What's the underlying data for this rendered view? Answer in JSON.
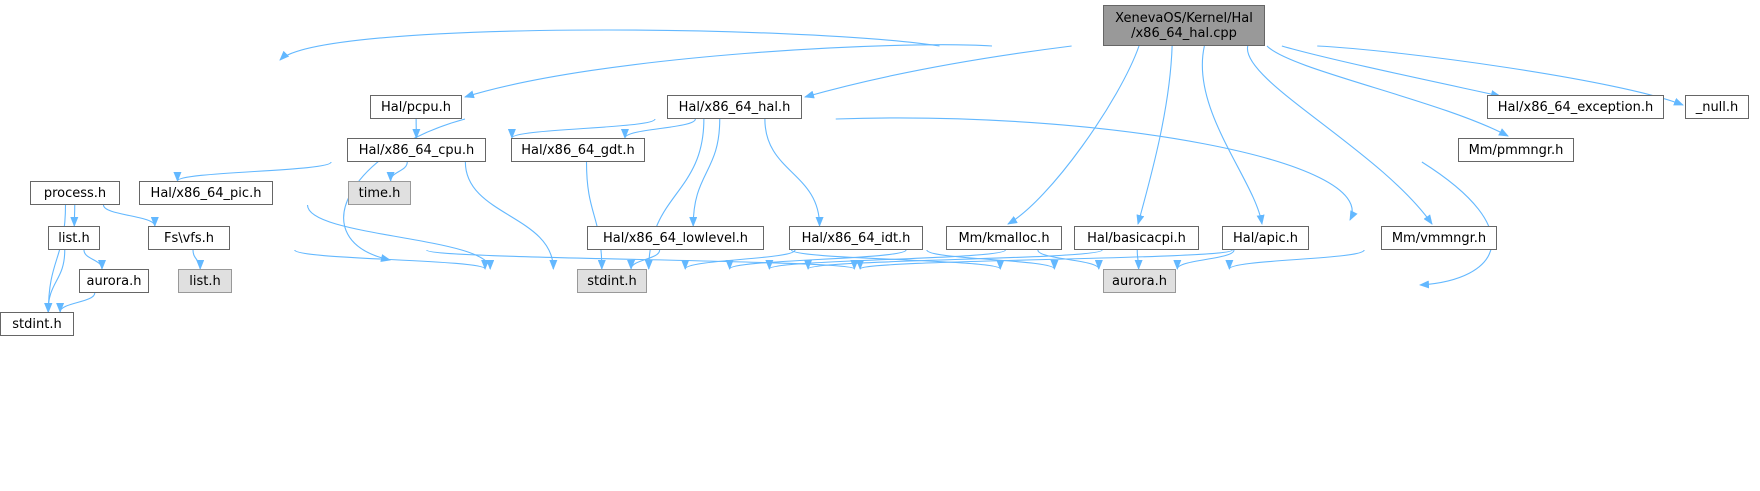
{
  "diagram": {
    "kind": "include dependency graph",
    "edge_color": "#63b8ff",
    "root_fill": "#999999",
    "external_fill": "#e0e0e0",
    "nodes": [
      {
        "id": "root",
        "lines": [
          "XenevaOS/Kernel/Hal",
          "/x86_64_hal.cpp"
        ],
        "style": "root"
      },
      {
        "id": "pcpu",
        "lines": [
          "Hal/pcpu.h"
        ],
        "style": "normal"
      },
      {
        "id": "x86hal",
        "lines": [
          "Hal/x86_64_hal.h"
        ],
        "style": "normal"
      },
      {
        "id": "exception",
        "lines": [
          "Hal/x86_64_exception.h"
        ],
        "style": "normal"
      },
      {
        "id": "null",
        "lines": [
          "_null.h"
        ],
        "style": "normal"
      },
      {
        "id": "cpu",
        "lines": [
          "Hal/x86_64_cpu.h"
        ],
        "style": "normal"
      },
      {
        "id": "gdt",
        "lines": [
          "Hal/x86_64_gdt.h"
        ],
        "style": "normal"
      },
      {
        "id": "pmmngr",
        "lines": [
          "Mm/pmmngr.h"
        ],
        "style": "normal"
      },
      {
        "id": "process",
        "lines": [
          "process.h"
        ],
        "style": "normal"
      },
      {
        "id": "pic",
        "lines": [
          "Hal/x86_64_pic.h"
        ],
        "style": "normal"
      },
      {
        "id": "time",
        "lines": [
          "time.h"
        ],
        "style": "external"
      },
      {
        "id": "list",
        "lines": [
          "list.h"
        ],
        "style": "normal"
      },
      {
        "id": "vfs",
        "lines": [
          "Fs\\vfs.h"
        ],
        "style": "normal"
      },
      {
        "id": "lowlevel",
        "lines": [
          "Hal/x86_64_lowlevel.h"
        ],
        "style": "normal"
      },
      {
        "id": "idt",
        "lines": [
          "Hal/x86_64_idt.h"
        ],
        "style": "normal"
      },
      {
        "id": "kmalloc",
        "lines": [
          "Mm/kmalloc.h"
        ],
        "style": "normal"
      },
      {
        "id": "basicacpi",
        "lines": [
          "Hal/basicacpi.h"
        ],
        "style": "normal"
      },
      {
        "id": "apic",
        "lines": [
          "Hal/apic.h"
        ],
        "style": "normal"
      },
      {
        "id": "vmmngr",
        "lines": [
          "Mm/vmmngr.h"
        ],
        "style": "normal"
      },
      {
        "id": "aurora_small",
        "lines": [
          "aurora.h"
        ],
        "style": "normal"
      },
      {
        "id": "list_ext",
        "lines": [
          "list.h"
        ],
        "style": "external"
      },
      {
        "id": "stdint_main",
        "lines": [
          "stdint.h"
        ],
        "style": "external"
      },
      {
        "id": "aurora_main",
        "lines": [
          "aurora.h"
        ],
        "style": "external"
      },
      {
        "id": "stdint_small",
        "lines": [
          "stdint.h"
        ],
        "style": "normal"
      }
    ],
    "edges": [
      {
        "from": "root",
        "to": "pcpu"
      },
      {
        "from": "root",
        "to": "x86hal"
      },
      {
        "from": "root",
        "to": "exception"
      },
      {
        "from": "root",
        "to": "null"
      },
      {
        "from": "root",
        "to": "pic"
      },
      {
        "from": "root",
        "to": "kmalloc"
      },
      {
        "from": "root",
        "to": "basicacpi"
      },
      {
        "from": "root",
        "to": "apic"
      },
      {
        "from": "root",
        "to": "vmmngr"
      },
      {
        "from": "root",
        "to": "pmmngr"
      },
      {
        "from": "pcpu",
        "to": "cpu"
      },
      {
        "from": "pcpu",
        "to": "stdint_main"
      },
      {
        "from": "x86hal",
        "to": "cpu"
      },
      {
        "from": "x86hal",
        "to": "gdt"
      },
      {
        "from": "x86hal",
        "to": "lowlevel"
      },
      {
        "from": "x86hal",
        "to": "idt"
      },
      {
        "from": "x86hal",
        "to": "stdint_main"
      },
      {
        "from": "x86hal",
        "to": "aurora_main"
      },
      {
        "from": "cpu",
        "to": "process"
      },
      {
        "from": "cpu",
        "to": "time"
      },
      {
        "from": "cpu",
        "to": "stdint_main"
      },
      {
        "from": "gdt",
        "to": "stdint_main"
      },
      {
        "from": "pmmngr",
        "to": "aurora_main"
      },
      {
        "from": "process",
        "to": "list"
      },
      {
        "from": "process",
        "to": "vfs"
      },
      {
        "from": "process",
        "to": "stdint_small"
      },
      {
        "from": "pic",
        "to": "stdint_main"
      },
      {
        "from": "list",
        "to": "aurora_small"
      },
      {
        "from": "list",
        "to": "stdint_small"
      },
      {
        "from": "aurora_small",
        "to": "stdint_small"
      },
      {
        "from": "vfs",
        "to": "list_ext"
      },
      {
        "from": "vfs",
        "to": "stdint_main"
      },
      {
        "from": "vfs",
        "to": "aurora_main"
      },
      {
        "from": "lowlevel",
        "to": "stdint_main"
      },
      {
        "from": "lowlevel",
        "to": "aurora_main"
      },
      {
        "from": "idt",
        "to": "stdint_main"
      },
      {
        "from": "idt",
        "to": "aurora_main"
      },
      {
        "from": "kmalloc",
        "to": "stdint_main"
      },
      {
        "from": "kmalloc",
        "to": "aurora_main"
      },
      {
        "from": "basicacpi",
        "to": "stdint_main"
      },
      {
        "from": "basicacpi",
        "to": "aurora_main"
      },
      {
        "from": "apic",
        "to": "stdint_main"
      },
      {
        "from": "apic",
        "to": "aurora_main"
      },
      {
        "from": "vmmngr",
        "to": "stdint_main"
      },
      {
        "from": "vmmngr",
        "to": "aurora_main"
      }
    ]
  }
}
